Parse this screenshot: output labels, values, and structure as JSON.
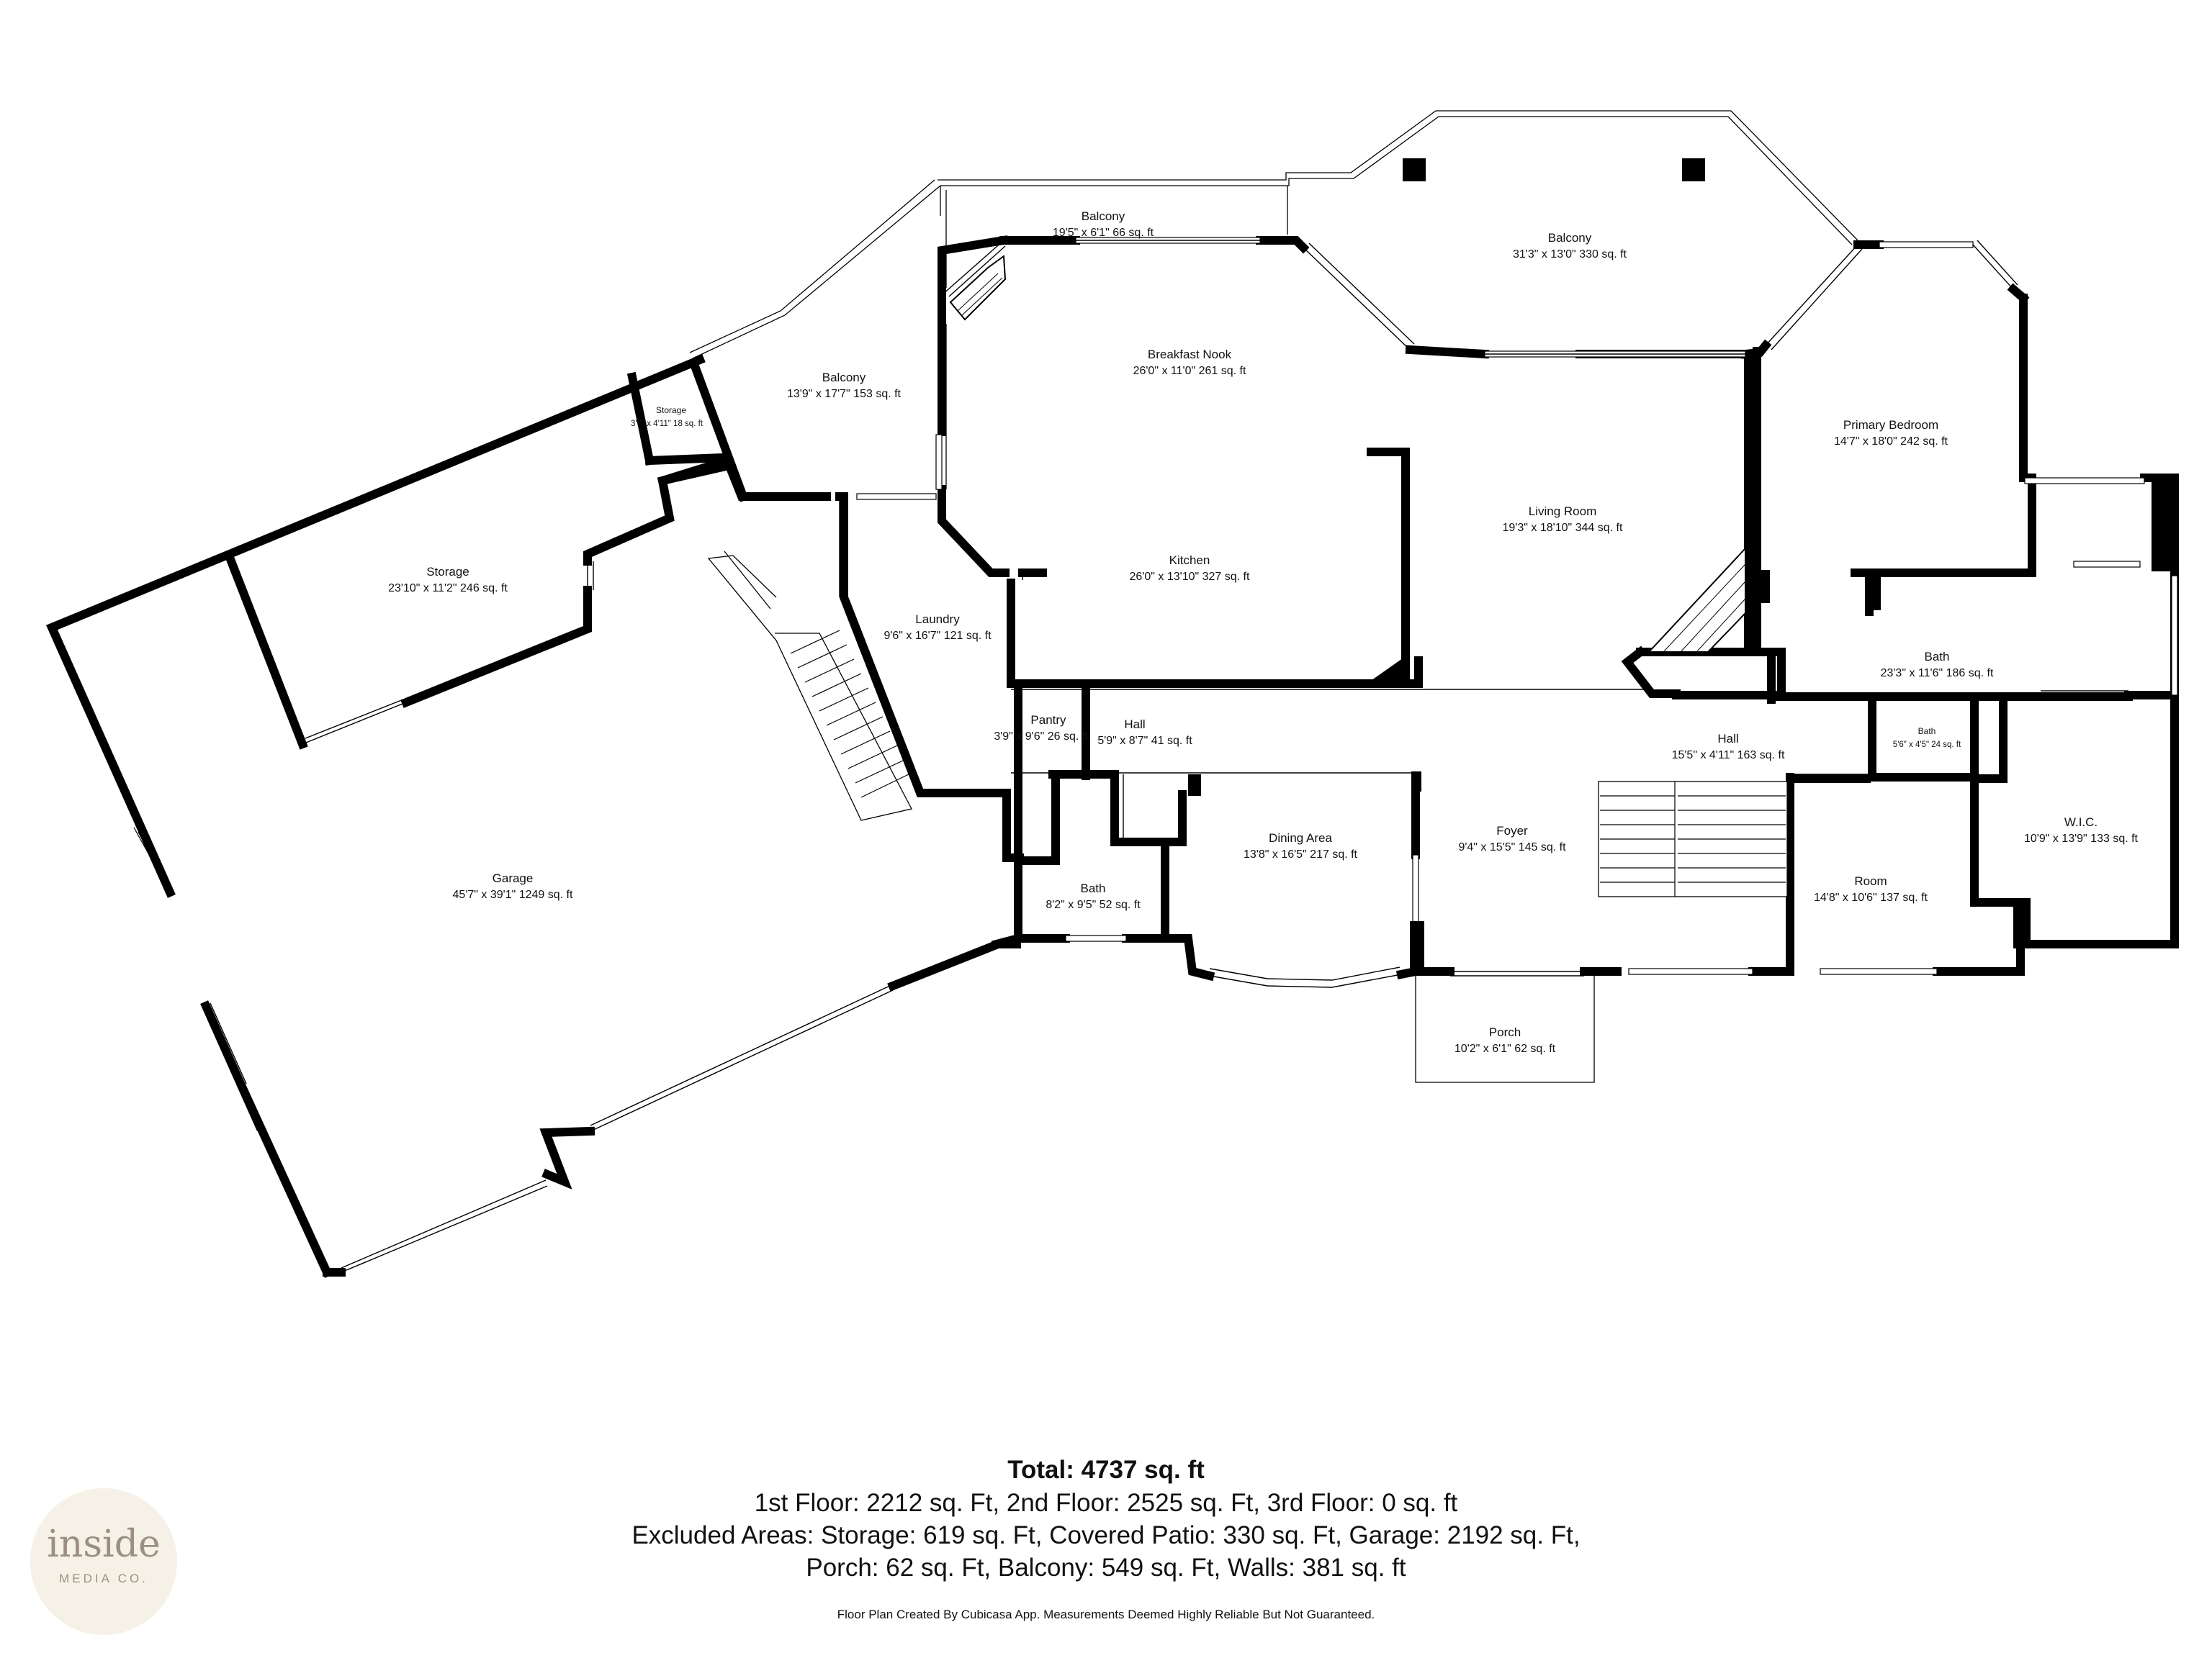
{
  "rooms": [
    {
      "id": "balcony-top",
      "name": "Balcony",
      "dims": "19'5\" x 6'1\" 66 sq. ft",
      "small": false
    },
    {
      "id": "balcony-large",
      "name": "Balcony",
      "dims": "31'3\" x 13'0\" 330 sq. ft",
      "small": false
    },
    {
      "id": "balcony-left",
      "name": "Balcony",
      "dims": "13'9\" x 17'7\" 153 sq. ft",
      "small": false
    },
    {
      "id": "storage-small",
      "name": "Storage",
      "dims": "3'7\" x 4'11\" 18 sq. ft",
      "small": true
    },
    {
      "id": "breakfast-nook",
      "name": "Breakfast Nook",
      "dims": "26'0\" x 11'0\" 261 sq. ft",
      "small": false
    },
    {
      "id": "primary-bedroom",
      "name": "Primary Bedroom",
      "dims": "14'7\" x 18'0\" 242 sq. ft",
      "small": false
    },
    {
      "id": "living-room",
      "name": "Living Room",
      "dims": "19'3\" x 18'10\" 344 sq. ft",
      "small": false
    },
    {
      "id": "storage",
      "name": "Storage",
      "dims": "23'10\" x 11'2\" 246 sq. ft",
      "small": false
    },
    {
      "id": "kitchen",
      "name": "Kitchen",
      "dims": "26'0\" x 13'10\" 327 sq. ft",
      "small": false
    },
    {
      "id": "laundry",
      "name": "Laundry",
      "dims": "9'6\" x 16'7\" 121 sq. ft",
      "small": false
    },
    {
      "id": "bath-large",
      "name": "Bath",
      "dims": "23'3\" x 11'6\" 186 sq. ft",
      "small": false
    },
    {
      "id": "pantry",
      "name": "Pantry",
      "dims": "3'9\" x 9'6\" 26 sq. ft",
      "small": false
    },
    {
      "id": "hall-small",
      "name": "Hall",
      "dims": "5'9\" x 8'7\" 41 sq. ft",
      "small": false
    },
    {
      "id": "hall-right",
      "name": "Hall",
      "dims": "15'5\" x 4'11\" 163 sq. ft",
      "small": false
    },
    {
      "id": "bath-small",
      "name": "Bath",
      "dims": "5'6\" x 4'5\" 24 sq. ft",
      "small": true
    },
    {
      "id": "garage",
      "name": "Garage",
      "dims": "45'7\" x 39'1\" 1249 sq. ft",
      "small": false
    },
    {
      "id": "dining-area",
      "name": "Dining Area",
      "dims": "13'8\" x 16'5\" 217 sq. ft",
      "small": false
    },
    {
      "id": "foyer",
      "name": "Foyer",
      "dims": "9'4\" x 15'5\" 145 sq. ft",
      "small": false
    },
    {
      "id": "wic",
      "name": "W.I.C.",
      "dims": "10'9\" x 13'9\" 133 sq. ft",
      "small": false
    },
    {
      "id": "room",
      "name": "Room",
      "dims": "14'8\" x 10'6\" 137 sq. ft",
      "small": false
    },
    {
      "id": "bath-lower",
      "name": "Bath",
      "dims": "8'2\" x 9'5\" 52 sq. ft",
      "small": false
    },
    {
      "id": "porch",
      "name": "Porch",
      "dims": "10'2\" x 6'1\" 62 sq. ft",
      "small": false
    }
  ],
  "summary": {
    "total": "Total: 4737 sq. ft",
    "line1": "1st Floor: 2212 sq. Ft, 2nd Floor: 2525 sq. Ft, 3rd Floor: 0 sq. ft",
    "line2": "Excluded Areas: Storage: 619 sq. Ft, Covered Patio: 330 sq. Ft, Garage: 2192 sq. Ft,",
    "line3": "Porch: 62 sq. Ft, Balcony: 549 sq. Ft, Walls: 381 sq. ft"
  },
  "disclaimer": "Floor Plan Created By Cubicasa App. Measurements Deemed Highly Reliable But Not Guaranteed.",
  "logo": {
    "word": "inside",
    "sub": "MEDIA CO."
  },
  "colors": {
    "wall": "#000000",
    "background": "#ffffff",
    "logo_bg": "#f6f1e7",
    "logo_text": "#9b8f80"
  }
}
